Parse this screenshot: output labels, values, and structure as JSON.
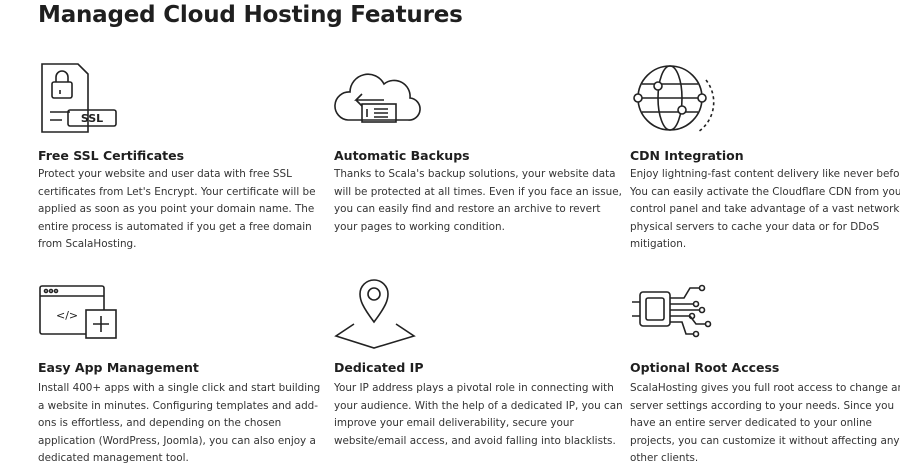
{
  "page_title": "Managed Cloud Hosting Features",
  "features": [
    {
      "icon": "ssl-certificate-icon",
      "badge": "SSL",
      "title": "Free SSL Certificates",
      "text": "Protect your website and user data with free SSL certificates from Let's Encrypt. Your certificate will be applied as soon as you point your domain name. The entire process is automated if you get a free domain from ScalaHosting."
    },
    {
      "icon": "cloud-backup-icon",
      "title": "Automatic Backups",
      "text": "Thanks to Scala's backup solutions, your website data will be protected at all times. Even if you face an issue, you can easily find and restore an archive to revert your pages to working condition."
    },
    {
      "icon": "globe-network-icon",
      "title": "CDN Integration",
      "text": "Enjoy lightning-fast content delivery like never before. You can easily activate the Cloudflare CDN from your control panel and take advantage of a vast network of physical servers to cache your data or for DDoS mitigation."
    },
    {
      "icon": "app-window-icon",
      "code": "</>",
      "title": "Easy App Management",
      "text": "Install 400+ apps with a single click and start building a website in minutes. Configuring templates and add-ons is effortless, and depending on the chosen application (WordPress, Joomla), you can also enjoy a dedicated management tool."
    },
    {
      "icon": "map-pin-icon",
      "title": "Dedicated IP",
      "text": "Your IP address plays a pivotal role in connecting with your audience. With the help of a dedicated IP, you can improve your email deliverability, secure your website/email access, and avoid falling into blacklists."
    },
    {
      "icon": "chip-circuit-icon",
      "title": "Optional Root Access",
      "text": "ScalaHosting gives you full root access to change any server settings according to your needs. Since you have an entire server dedicated to your online projects, you can customize it without affecting any other clients."
    }
  ]
}
